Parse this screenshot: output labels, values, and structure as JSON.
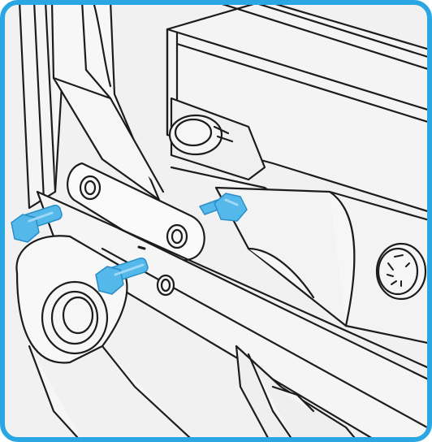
{
  "figure": {
    "kind": "assembly-instruction-illustration",
    "frame_color": "#2aa6e3",
    "background_color": "#f1f1f1",
    "line_color": "#1c1c1c",
    "highlight_color": "#55b8ea",
    "highlighted_parts": [
      {
        "part": "bolt",
        "icon": "hex-bolt-icon"
      },
      {
        "part": "bolt",
        "icon": "hex-bolt-icon"
      },
      {
        "part": "nut",
        "icon": "hex-nut-icon"
      }
    ]
  }
}
